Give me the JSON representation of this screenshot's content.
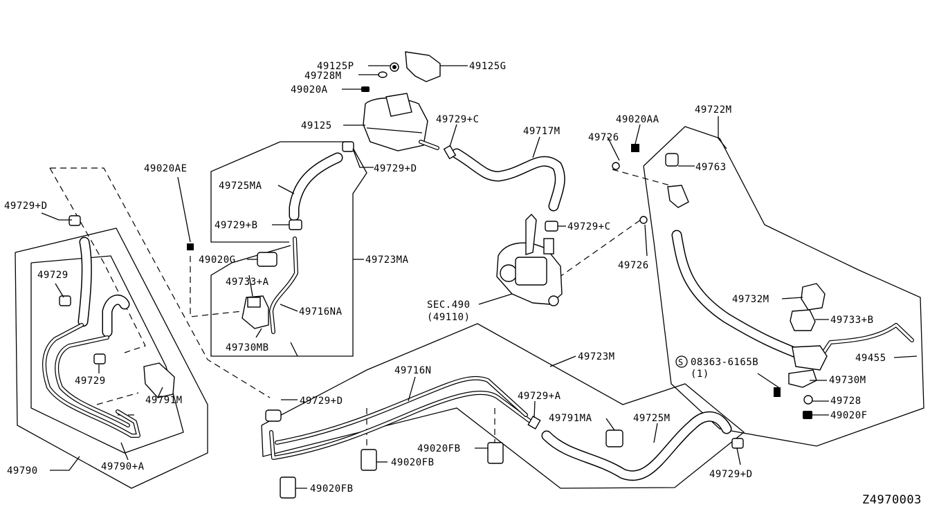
{
  "diagram_code": "Z4970003",
  "callouts": {
    "p49125P": "49125P",
    "p49728M": "49728M",
    "p49020A": "49020A",
    "p49125G": "49125G",
    "p49125": "49125",
    "p49729C_top": "49729+C",
    "p49717M": "49717M",
    "p49020AA": "49020AA",
    "p49726_top": "49726",
    "p49722M": "49722M",
    "p49763": "49763",
    "p49729D_tank": "49729+D",
    "p49020AE": "49020AE",
    "p49725MA": "49725MA",
    "p49729D_left": "49729+D",
    "p49729B": "49729+B",
    "p49729C_pump": "49729+C",
    "p49726_mid": "49726",
    "p49020G": "49020G",
    "p49723MA": "49723MA",
    "p49729_left1": "49729",
    "p49733A": "49733+A",
    "p49716NA": "49716NA",
    "p49732M": "49732M",
    "sec490": "SEC.490",
    "sec490_sub": "(49110)",
    "p49733B": "49733+B",
    "p49730MB": "49730MB",
    "p49723M": "49723M",
    "p49716N": "49716N",
    "p49455": "49455",
    "p08363": "08363-6165B",
    "p08363_qty": "(1)",
    "bolt_symbol": "S",
    "p49730M": "49730M",
    "p49729_left2": "49729",
    "p49791M": "49791M",
    "p49729D_mid": "49729+D",
    "p49729A": "49729+A",
    "p49728": "49728",
    "p49791MA": "49791MA",
    "p49725M": "49725M",
    "p49020F": "49020F",
    "p49020FB_1": "49020FB",
    "p49020FB_2": "49020FB",
    "p49020FB_3": "49020FB",
    "p49790": "49790",
    "p49790A": "49790+A",
    "p49729D_right": "49729+D"
  }
}
